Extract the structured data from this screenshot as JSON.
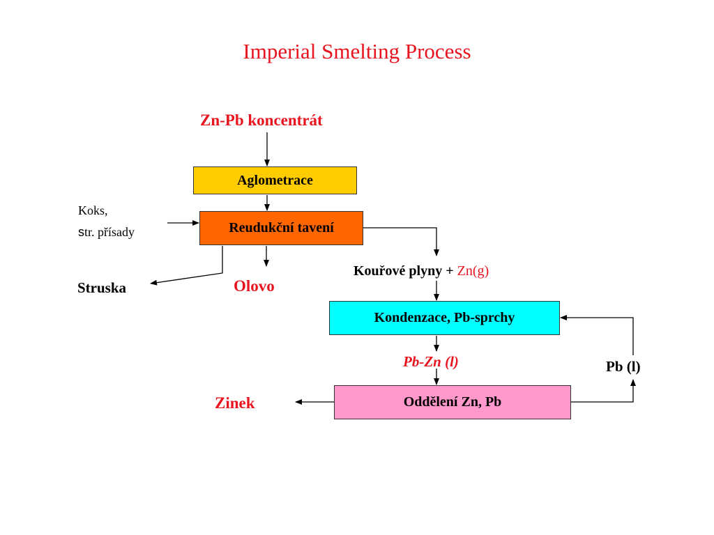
{
  "title": "Imperial Smelting Process",
  "colors": {
    "title": "#e8141e",
    "aglometrace_fill": "#ffcc00",
    "reduction_fill": "#ff6600",
    "condensation_fill": "#00ffff",
    "separation_fill": "#ff99cc"
  },
  "nodes": {
    "input": "Zn-Pb koncentrát",
    "aglometrace": "Aglometrace",
    "reduction": "Reudukční tavení",
    "flue_gas": "Kouřové plyny + ",
    "flue_gas_zn": "Zn(g)",
    "condensation": "Kondenzace, Pb-sprchy",
    "pb_zn_liquid": "Pb-Zn (l)",
    "separation": "Oddělení Zn, Pb"
  },
  "inputs": {
    "koks": "Koks,",
    "str_prisady_s": "s",
    "str_prisady_rest": "tr. přísady"
  },
  "outputs": {
    "struska": "Struska",
    "olovo": "Olovo",
    "zinek": "Zinek",
    "pb_liquid": "Pb (l)"
  }
}
